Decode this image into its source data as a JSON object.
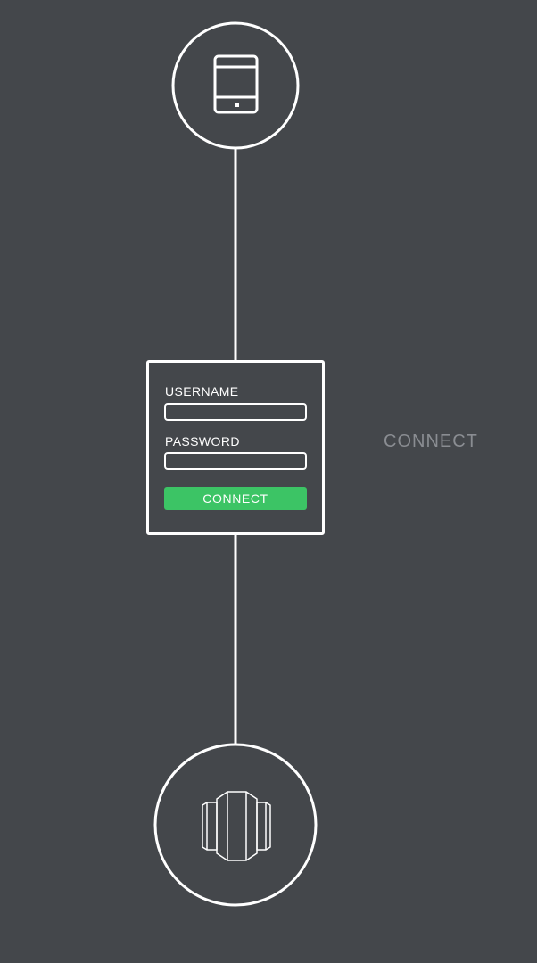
{
  "diagram": {
    "top_node": {
      "icon": "tablet-icon"
    },
    "bottom_node": {
      "icon": "server-cluster-icon"
    }
  },
  "login_form": {
    "username_label": "USERNAME",
    "username_value": "",
    "password_label": "PASSWORD",
    "password_value": "",
    "connect_label": "CONNECT"
  },
  "step_label": "CONNECT",
  "colors": {
    "background": "#44474b",
    "stroke": "#ffffff",
    "accent": "#3cc465",
    "muted_text": "#8a8d92"
  }
}
